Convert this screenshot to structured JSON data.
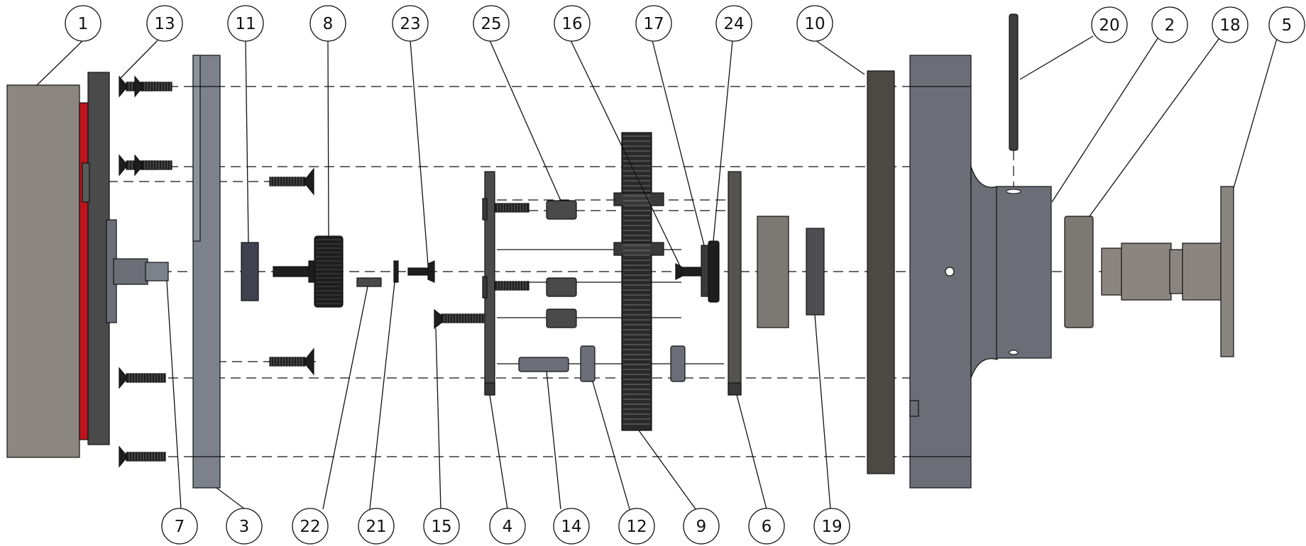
{
  "diagram": {
    "type": "exploded-assembly",
    "colors": {
      "motor_body": "#8b8680",
      "red_flange": "#c0141c",
      "plate": "#7d818c",
      "dark_part": "#4a4a4a",
      "gear": "#2a2a2a",
      "housing": "#6b6e77",
      "shaft": "#8a857f"
    },
    "balloons": [
      {
        "id": "b1",
        "label": "1"
      },
      {
        "id": "b13",
        "label": "13"
      },
      {
        "id": "b11",
        "label": "11"
      },
      {
        "id": "b8",
        "label": "8"
      },
      {
        "id": "b23",
        "label": "23"
      },
      {
        "id": "b25",
        "label": "25"
      },
      {
        "id": "b16",
        "label": "16"
      },
      {
        "id": "b17",
        "label": "17"
      },
      {
        "id": "b24",
        "label": "24"
      },
      {
        "id": "b10",
        "label": "10"
      },
      {
        "id": "b20",
        "label": "20"
      },
      {
        "id": "b2",
        "label": "2"
      },
      {
        "id": "b18",
        "label": "18"
      },
      {
        "id": "b5",
        "label": "5"
      },
      {
        "id": "b7",
        "label": "7"
      },
      {
        "id": "b3",
        "label": "3"
      },
      {
        "id": "b22",
        "label": "22"
      },
      {
        "id": "b21",
        "label": "21"
      },
      {
        "id": "b15",
        "label": "15"
      },
      {
        "id": "b4",
        "label": "4"
      },
      {
        "id": "b14",
        "label": "14"
      },
      {
        "id": "b12",
        "label": "12"
      },
      {
        "id": "b9",
        "label": "9"
      },
      {
        "id": "b6",
        "label": "6"
      },
      {
        "id": "b19",
        "label": "19"
      }
    ]
  }
}
